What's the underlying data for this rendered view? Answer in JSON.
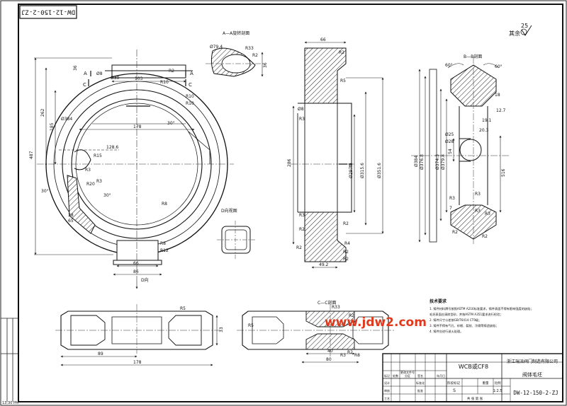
{
  "drawing_no_top": "DW-12-150-2-ZJ",
  "views": {
    "section_aa": "A—A旋转剖面",
    "section_bb": "B—B剖面",
    "section_cc": "C—C剖面",
    "section_d": "D向视图",
    "view_d": "D向"
  },
  "surface_finish": {
    "label": "其余",
    "value": "25"
  },
  "cut_marks": [
    "A",
    "A",
    "C",
    "C",
    "B",
    "B"
  ],
  "dims_left": [
    "487",
    "262",
    "185",
    "Ø384",
    "Ø30",
    "178",
    "128.6",
    "R15",
    "R3",
    "103",
    "Ø8",
    "R10",
    "R10",
    "30°",
    "30°",
    "30°",
    "R8",
    "R3",
    "R2",
    "66",
    "86",
    "36",
    "R10",
    "R12",
    "38",
    "65",
    "R20",
    "R8"
  ],
  "dims_aa": [
    "Ø79.4",
    "R33",
    "R2",
    "36"
  ],
  "dims_mid": [
    "66",
    "R2",
    "R5",
    "286",
    "Ø297.5",
    "Ø315.6",
    "Ø351.6",
    "R3",
    "R2",
    "R2",
    "Ø8",
    "49.2",
    "R2",
    "R4",
    "R2",
    "R3",
    "R2"
  ],
  "dims_bb": [
    "60°",
    "60°",
    "18",
    "12.7",
    "19.1",
    "20.3",
    "Ø25",
    "Ø28",
    "Ø384",
    "Ø376.8",
    "Ø374.3",
    "Ø379.8",
    "54",
    "516",
    "R3",
    "R3",
    "R3",
    "R2",
    "R2",
    "R3",
    "7"
  ],
  "dims_bottom_left": [
    "R5",
    "33",
    "89",
    "178"
  ],
  "dims_bottom_mid": [
    "R33",
    "R2",
    "R2",
    "R5",
    "80",
    "40",
    "R3",
    "R8"
  ],
  "notes": {
    "title": "技术要求",
    "items": [
      "1. 铸件材料牌号按照ASTM A216标准要求，铸件表面不得有影响强度的缺陷；",
      "   毛坯表面应清除型砂，并按ASTM A351要求进行检验；",
      "2. 铸件尺寸公差按GB/T6414 CT9级；",
      "3. 铸件不得有气孔、砂眼、裂纹、冷隔等铸造缺陷；",
      "4. 铸件应进行退火处理。"
    ]
  },
  "title_block": {
    "material": "WCB或CF8",
    "company": "浙江瑞派阀门制造有限公司",
    "part_name": "阀体毛坯",
    "drawing_no": "DW-12-150-2-ZJ",
    "stage_label": "阶段标记",
    "weight_label": "重量",
    "scale_label": "比例",
    "scale": "1:2.5",
    "stage": "S",
    "row_labels": [
      "标记",
      "处数",
      "分区",
      "更改文件号",
      "签名",
      "年月日"
    ],
    "left_labels": [
      "设计",
      "审核",
      "工艺",
      "标准化",
      "批准"
    ],
    "sheet": "共  张  第  张"
  },
  "watermark": "www.jdw2.com",
  "footer": "13:30 PM"
}
